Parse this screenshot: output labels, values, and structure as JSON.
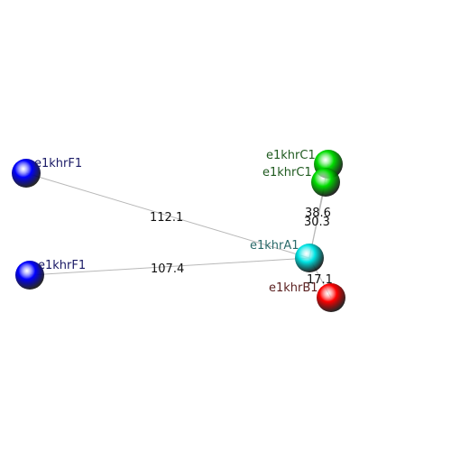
{
  "graph": {
    "nodes": [
      {
        "id": "F1a",
        "label": "e1khrF1",
        "color": "#0000ff",
        "label_color": "#1a1a66"
      },
      {
        "id": "F1b",
        "label": "e1khrF1",
        "color": "#0000ff",
        "label_color": "#1a1a66"
      },
      {
        "id": "C1a",
        "label": "e1khrC1",
        "color": "#00dd00",
        "label_color": "#1f5a1f"
      },
      {
        "id": "C1b",
        "label": "e1khrC1",
        "color": "#00dd00",
        "label_color": "#1f5a1f"
      },
      {
        "id": "A1",
        "label": "e1khrA1",
        "color": "#00e5e5",
        "label_color": "#2a6a6a"
      },
      {
        "id": "B1",
        "label": "e1khrB1",
        "color": "#ff0000",
        "label_color": "#5a1f1f"
      }
    ],
    "edges": [
      {
        "from": "F1a",
        "to": "A1",
        "label": "112.1"
      },
      {
        "from": "F1b",
        "to": "A1",
        "label": "107.4"
      },
      {
        "from": "C1a",
        "to": "A1",
        "label": "38.6"
      },
      {
        "from": "C1b",
        "to": "A1",
        "label": "30.3"
      },
      {
        "from": "B1",
        "to": "A1",
        "label": "17.1"
      }
    ]
  }
}
